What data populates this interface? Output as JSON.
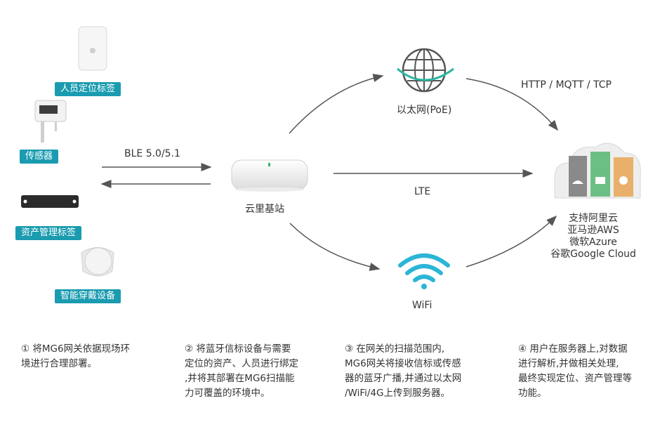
{
  "devices": {
    "personnel_tag": "人员定位标签",
    "sensor": "传感器",
    "asset_tag": "资产管理标签",
    "wearable": "智能穿戴设备"
  },
  "links": {
    "ble": "BLE 5.0/5.1",
    "lte": "LTE",
    "protocols": "HTTP / MQTT / TCP"
  },
  "nodes": {
    "gateway": "云里基站",
    "ethernet": "以太网(PoE)",
    "wifi": "WiFi"
  },
  "cloud": {
    "lines": [
      "支持阿里云",
      "亚马逊AWS",
      "微软Azure",
      "谷歌Google Cloud"
    ]
  },
  "steps": [
    {
      "lines": [
        "① 将MG6网关依据现场环",
        "境进行合理部署。"
      ]
    },
    {
      "lines": [
        "② 将蓝牙信标设备与需要",
        "定位的资产、人员进行绑定",
        ",并将其部署在MG6扫描能",
        "力可覆盖的环境中。"
      ]
    },
    {
      "lines": [
        "③ 在网关的扫描范围内,",
        "MG6网关将接收信标或传感",
        "器的蓝牙广播,并通过以太网",
        "/WiFi/4G上传到服务器。"
      ]
    },
    {
      "lines": [
        "④ 用户在服务器上,对数据",
        "进行解析,并做相关处理,",
        "最终实现定位、资产管理等",
        "功能。"
      ]
    }
  ],
  "colors": {
    "tag_bg": "#1a9bb0",
    "arrow": "#555555",
    "wifi": "#2bb5d6"
  }
}
